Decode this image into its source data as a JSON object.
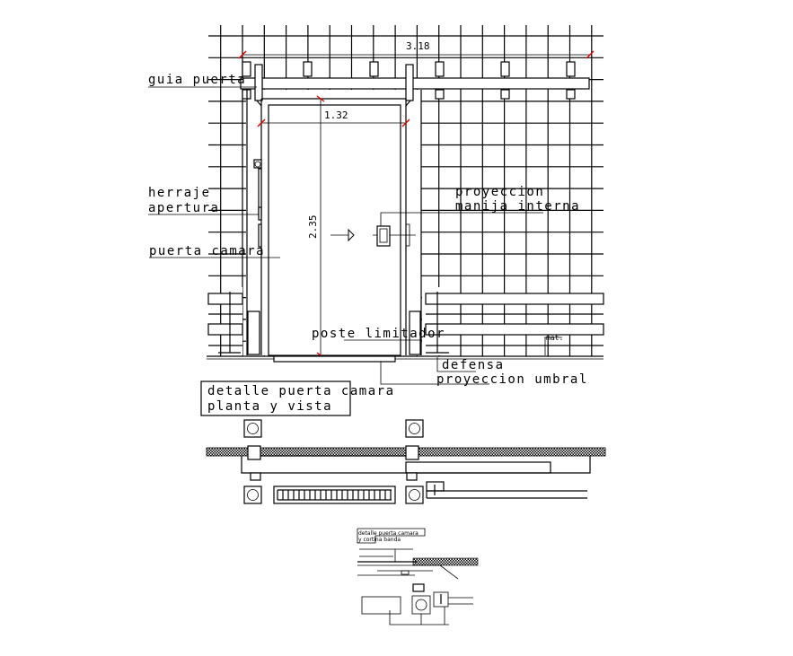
{
  "elevation": {
    "dim_width_total": "3.18",
    "dim_door_width": "1.32",
    "dim_door_height": "2.35",
    "labels": {
      "guide": "guia puerta",
      "hardware_line1": "herraje",
      "hardware_line2": "apertura",
      "door": "puerta camara",
      "handle_line1": "proyeccion",
      "handle_line2": "manija interna",
      "stop_post": "poste limitador",
      "bumper": "defensa",
      "threshold": "proyeccion umbral",
      "mat": "mat."
    }
  },
  "title_box": {
    "line1": "detalle puerta camara",
    "line2": "planta y vista"
  },
  "thumbnail": {
    "title_line1": "detalle puerta camara",
    "title_line2": "y cortina banda"
  },
  "colors": {
    "lines": "#000000",
    "dimension_ticks": "#e00000",
    "background": "#ffffff"
  }
}
